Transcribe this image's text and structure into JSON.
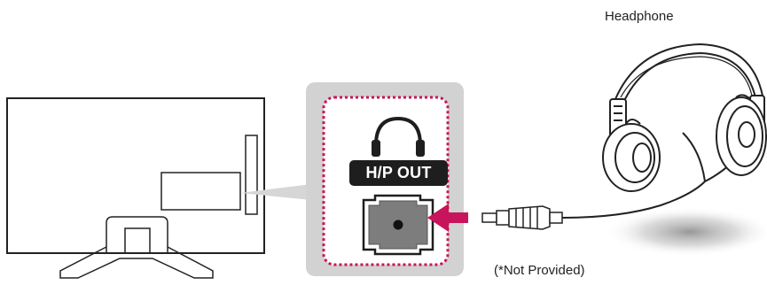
{
  "headphone_label": "Headphone",
  "port_label": "H/P OUT",
  "note_label": "(*Not Provided)",
  "colors": {
    "panel_background": "#d2d2d2",
    "dashed_border": "#c8145a",
    "arrow": "#c8145a",
    "badge_background": "#1e1e1e",
    "outline": "#222222"
  },
  "icons": [
    "tv-back-icon",
    "headphone-icon",
    "audio-jack-port-icon",
    "insert-arrow-icon",
    "headphone-plug-icon",
    "headphones-illustration"
  ]
}
